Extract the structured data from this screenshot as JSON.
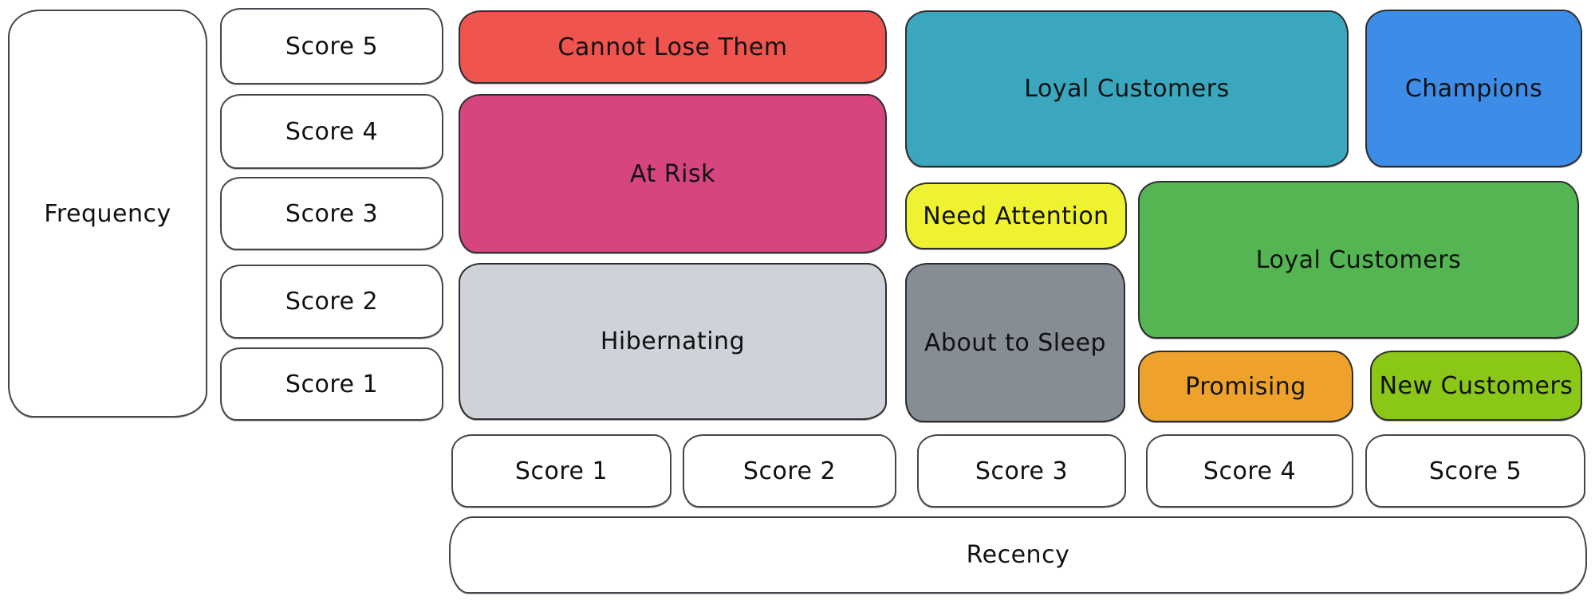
{
  "axes": {
    "frequency": {
      "label": "Frequency",
      "scores": [
        "Score 5",
        "Score 4",
        "Score 3",
        "Score 2",
        "Score 1"
      ]
    },
    "recency": {
      "label": "Recency",
      "scores": [
        "Score 1",
        "Score 2",
        "Score 3",
        "Score 4",
        "Score 5"
      ]
    }
  },
  "segments": {
    "cannot_lose_them": {
      "label": "Cannot Lose Them",
      "color": "#EF544E"
    },
    "at_risk": {
      "label": "At Risk",
      "color": "#D6457F"
    },
    "hibernating": {
      "label": "Hibernating",
      "color": "#CED3DA"
    },
    "loyal_customers_top": {
      "label": "Loyal Customers",
      "color": "#3AA7BE"
    },
    "champions": {
      "label": "Champions",
      "color": "#3D8DE8"
    },
    "need_attention": {
      "label": "Need Attention",
      "color": "#EFF231"
    },
    "about_to_sleep": {
      "label": "About to Sleep",
      "color": "#878D95"
    },
    "loyal_customers_mid": {
      "label": "Loyal Customers",
      "color": "#54B552"
    },
    "promising": {
      "label": "Promising",
      "color": "#EFA22B"
    },
    "new_customers": {
      "label": "New Customers",
      "color": "#8AC717"
    }
  }
}
